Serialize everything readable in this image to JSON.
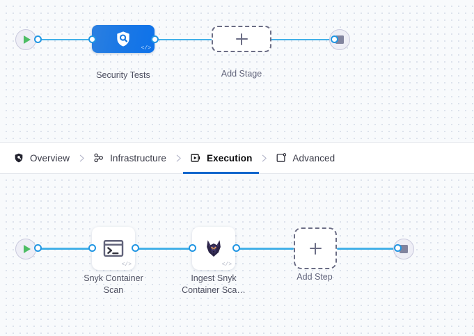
{
  "app": {
    "title": "Pipeline Studio - Execution",
    "accent_color": "#1166cc",
    "edge_color": "#42b0e8",
    "canvas_bg": "#f8fafc",
    "grid_dot_color": "#d3dae6"
  },
  "tabs": [
    {
      "id": "overview",
      "label": "Overview",
      "icon": "shield-icon",
      "active": false
    },
    {
      "id": "infrastructure",
      "label": "Infrastructure",
      "icon": "nodes-icon",
      "active": false
    },
    {
      "id": "execution",
      "label": "Execution",
      "icon": "play-square-icon",
      "active": true
    },
    {
      "id": "advanced",
      "label": "Advanced",
      "icon": "settings-box-icon",
      "active": false
    }
  ],
  "tab_separator_icon": "chevron-right-icon",
  "stage_graph": {
    "start_node": {
      "name": "pipeline-start",
      "icon": "play-icon"
    },
    "end_node": {
      "name": "pipeline-end",
      "icon": "stop-icon"
    },
    "stages": [
      {
        "id": "security-tests",
        "label": "Security Tests",
        "icon": "security-shield-scan-icon",
        "badge": "</>",
        "type": "SecurityTests"
      }
    ],
    "add_placeholder": {
      "label": "Add Stage",
      "icon": "plus-icon"
    }
  },
  "step_graph": {
    "start_node": {
      "name": "execution-start",
      "icon": "play-icon"
    },
    "end_node": {
      "name": "execution-end",
      "icon": "stop-icon"
    },
    "steps": [
      {
        "id": "snyk-container-scan",
        "label": "Snyk Container\nScan",
        "icon": "terminal-icon",
        "badge": "</>"
      },
      {
        "id": "ingest-snyk-container-scan",
        "label": "Ingest Snyk\nContainer Sca…",
        "icon": "snyk-dog-icon",
        "badge": "</>"
      }
    ],
    "add_placeholder": {
      "label": "Add Step",
      "icon": "plus-icon"
    }
  }
}
